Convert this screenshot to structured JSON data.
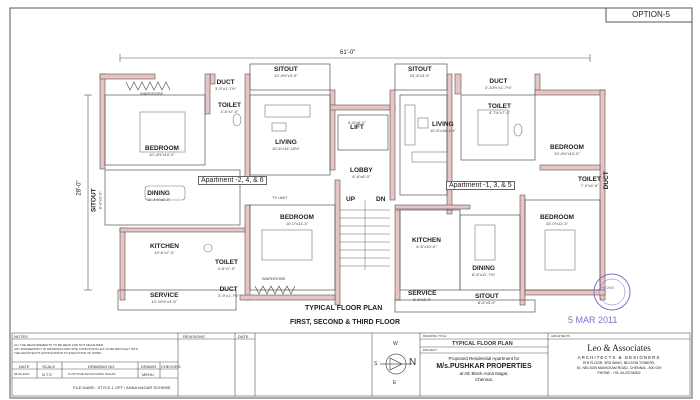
{
  "sheet": {
    "option": "OPTION-5",
    "overall_width": "61'-0\"",
    "overall_depth": "28'-0\""
  },
  "colors": {
    "wall_fill": "#e8c4c4",
    "stamp": "#8a6ac8",
    "line": "#444444"
  },
  "apartments": {
    "left": "Apartment -2, 4, & 6",
    "right": "Apartment -1, 3, & 5"
  },
  "rooms": {
    "l_bedroom1": {
      "name": "BEDROOM",
      "size": "10'-4½\"x10'-0\""
    },
    "l_wardrobe": {
      "name": "WARDROBE"
    },
    "l_duct1": {
      "name": "DUCT",
      "size": "3'-9\"x1'-7½\""
    },
    "l_toilet1": {
      "name": "TOILET",
      "size": "4'-6\"x7'-0\""
    },
    "l_sitout1": {
      "name": "SITOUT",
      "size": "10'-4½\"x3'-9\""
    },
    "l_living": {
      "name": "LIVING",
      "size": "10'-6\"x14'-10½\""
    },
    "l_dining": {
      "name": "DINING",
      "size": "11'-4½\"x8'-9\""
    },
    "l_sitout2": {
      "name": "SITOUT",
      "size": "8'-0\"x3'-9\""
    },
    "l_tvunit": {
      "name": "TV UNIT"
    },
    "l_bedroom2": {
      "name": "BEDROOM",
      "size": "10'-0\"x11'-3\""
    },
    "l_kitchen": {
      "name": "KITCHEN",
      "size": "10'-6\"x7'-0\""
    },
    "l_toilet2": {
      "name": "TOILET",
      "size": "4'-6\"x7'-0\""
    },
    "l_duct2": {
      "name": "DUCT",
      "size": "3'-9\"x1'-7½\""
    },
    "l_service": {
      "name": "SERVICE",
      "size": "10'-10½\"x3'-9\""
    },
    "l_wardrobe2": {
      "name": "WARDROBE"
    },
    "lift": {
      "name": "LIFT",
      "size": "6'-6\"x5'-0\""
    },
    "lobby": {
      "name": "LOBBY",
      "size": "6'-6\"x8'-0\""
    },
    "stair_up": "UP",
    "stair_dn": "DN",
    "r_sitout1": {
      "name": "SITOUT",
      "size": "10'-6\"x3'-9\""
    },
    "r_living": {
      "name": "LIVING",
      "size": "10'-6\"x16'-1½\""
    },
    "r_duct1": {
      "name": "DUCT",
      "size": "3'-10½\"x1'-7½\""
    },
    "r_toilet1": {
      "name": "TOILET",
      "size": "4'-7½\"x7'-0\""
    },
    "r_bedroom1": {
      "name": "BEDROOM",
      "size": "10'-4½\"x10'-0\""
    },
    "r_toilet2": {
      "name": "TOILET",
      "size": "7'-0\"x4'-6\""
    },
    "r_duct2": {
      "name": "DUCT"
    },
    "r_bedroom2": {
      "name": "BEDROOM",
      "size": "10'-0\"x11'-3\""
    },
    "r_kitchen": {
      "name": "KITCHEN",
      "size": "6'-6\"x10'-0\""
    },
    "r_dining": {
      "name": "DINING",
      "size": "8'-6\"x11'-7½\""
    },
    "r_service": {
      "name": "SERVICE",
      "size": "6'-6\"x3'-9\""
    },
    "r_sitout2": {
      "name": "SITOUT",
      "size": "8'-6\"x3'-9\""
    }
  },
  "caption": {
    "title": "TYPICAL FLOOR PLAN",
    "floors": "FIRST, SECOND & THIRD FLOOR"
  },
  "stamp": {
    "date": "5 MAR 2011",
    "text": "PHONE"
  },
  "title_block": {
    "notes_label": "NOTES",
    "notes_text": [
      "ALL THE MEASUREMENTS TO BE READ AND NOT MEASURED.",
      "ANY DISCREPANCY IN DRAWINGS AND SITE CONDITIONS HAS TO BE BROUGHT INTO",
      "THE ARCHITECT'S NOTICE PRIOR TO EXECUTION OF WORK."
    ],
    "columns": [
      "DATE",
      "SCALE",
      "DRAWING NO.",
      "DRAWN",
      "CHECKED"
    ],
    "values": [
      "08-03-2010",
      "N.T.S",
      "5 OPT-5/AE BLOCK/ANNA NAGAR",
      "MEHU",
      ""
    ],
    "file_name": "FILE NAME : STYLE-1 OPT / ANNA NAGAR SCHEME",
    "revisions_label": "REVISIONS",
    "date_label": "DATE",
    "compass": {
      "n": "N",
      "s": "S",
      "e": "E",
      "w": "W"
    },
    "drawing_title_label": "DRAWING TITLE",
    "drawing_title": "TYPICAL  FLOOR PLAN",
    "project_label": "PROJECT",
    "project_line1": "Proposed Residential Apartment for",
    "project_client": "M/s.PUSHKAR PROPERTIES",
    "project_line2": "at AE Block Anna Nagar,",
    "project_line3": "Chennai.",
    "architects_label": "ARCHITECTS",
    "firm": "Leo & Associates",
    "firm_sub": "ARCHITECTS & DESIGNERS",
    "address1": "5TH FLOOR, 3RD WING, NELSON TOWERS,",
    "address2": "51, NELSON MANICKAM ROAD, CHENNAI - 600 029",
    "phone": "PHONE : +91-44-23746302"
  }
}
